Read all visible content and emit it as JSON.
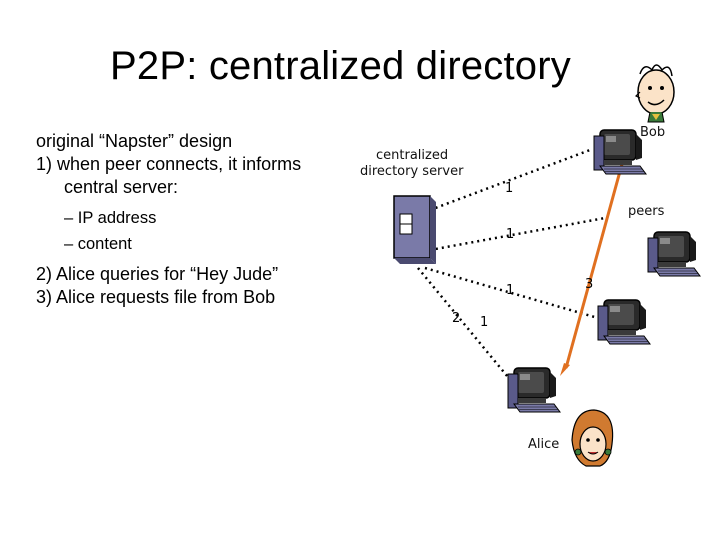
{
  "slide": {
    "title": "P2P: centralized directory"
  },
  "bullets": {
    "item1": "original “Napster” design",
    "item2_line1": "1) when peer connects, it informs",
    "item2_line2": "central server:",
    "sub1": "– IP address",
    "sub2": "– content",
    "item3": "2) Alice queries for “Hey Jude”",
    "item4": "3) Alice requests file from Bob"
  },
  "diagram": {
    "server_label_line1": "centralized",
    "server_label_line2": "directory server",
    "bob_label": "Bob",
    "peers_label": "peers",
    "alice_label": "Alice",
    "step_labels": [
      "1",
      "1",
      "1",
      "2",
      "1",
      "3"
    ],
    "colors": {
      "dotted_link": "#000000",
      "file_transfer": "#e07020"
    }
  }
}
